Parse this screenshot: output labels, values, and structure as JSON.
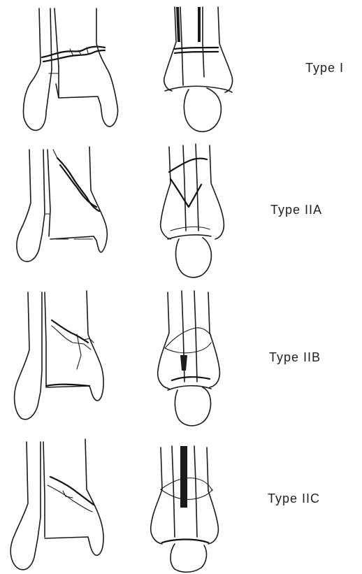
{
  "types": [
    {
      "label": "Type I"
    },
    {
      "label": "Type IIA"
    },
    {
      "label": "Type IIB"
    },
    {
      "label": "Type IIC"
    }
  ],
  "colors": {
    "line": "#1a1a1a",
    "background": "#ffffff",
    "text": "#222222"
  }
}
